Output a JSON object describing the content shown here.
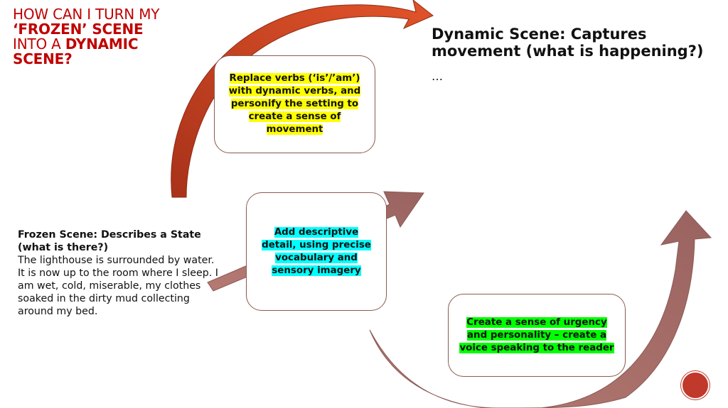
{
  "title": {
    "line1": "How can I turn my",
    "line2": "‘frozen’ scene",
    "line3_prefix": "into a",
    "line3_bold": "dynamic",
    "line4": "scene?"
  },
  "dynamic_scene": {
    "heading": "Dynamic Scene: Captures movement (what is happening?)",
    "continuation": "…"
  },
  "frozen_scene": {
    "heading": "Frozen Scene: Describes a State (what is there?)",
    "body": "The lighthouse is surrounded by water. It is now up to the room where I sleep. I am wet, cold, miserable, my clothes soaked in the dirty mud collecting around my bed."
  },
  "steps": [
    {
      "text": "Replace verbs (‘is’/’am’) with dynamic verbs, and personify the setting to create a sense of movement",
      "highlight": "#ffff00"
    },
    {
      "text": "Add descriptive detail, using precise vocabulary and sensory imagery",
      "highlight": "#00ffff"
    },
    {
      "text": "Create a sense of urgency and personality – create a voice speaking to the reader",
      "highlight": "#00ff00"
    }
  ],
  "colors": {
    "title_red": "#c00000",
    "arrow_orange": "#d04a1e",
    "arrow_rose": "#a9706c"
  },
  "icons": {
    "nav_button": "circle-nav-icon"
  }
}
